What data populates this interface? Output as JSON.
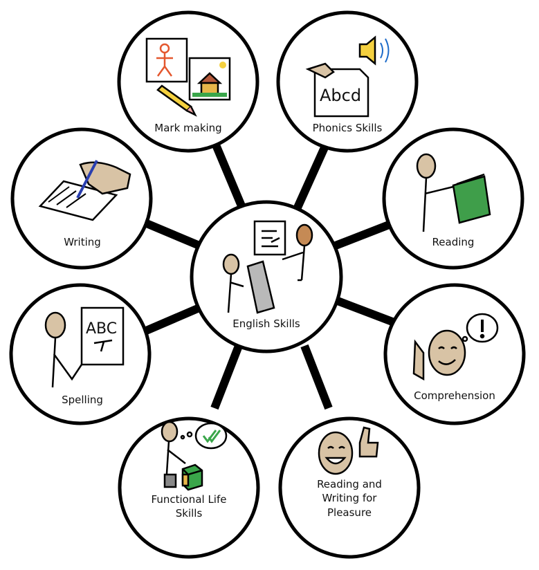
{
  "hub": {
    "label": "English Skills"
  },
  "nodes": [
    {
      "id": "mark-making",
      "label": "Mark making"
    },
    {
      "id": "phonics-skills",
      "label": "Phonics Skills",
      "card_text": "Abcd"
    },
    {
      "id": "reading",
      "label": "Reading"
    },
    {
      "id": "comprehension",
      "label": "Comprehension"
    },
    {
      "id": "reading-writing-pleasure",
      "label": "Reading and\nWriting for\nPleasure"
    },
    {
      "id": "functional-life-skills",
      "label": "Functional Life\nSkills"
    },
    {
      "id": "spelling",
      "label": "Spelling",
      "card_text": "ABC"
    },
    {
      "id": "writing",
      "label": "Writing"
    }
  ],
  "colors": {
    "stroke": "#000000",
    "skin": "#d8c3a5",
    "skin_dark": "#c58a55",
    "book": "#3f9e4a",
    "green": "#3aa64a",
    "yellow": "#f4d03f",
    "paper": "#ffffff",
    "gray": "#b9b9b9"
  }
}
